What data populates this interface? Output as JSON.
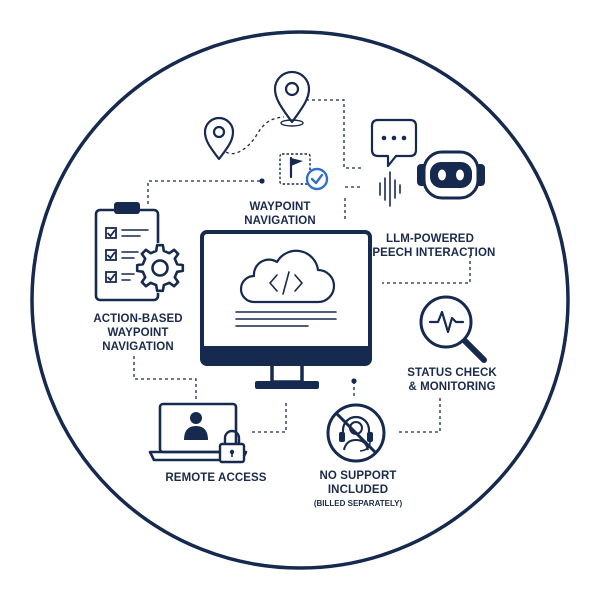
{
  "colors": {
    "primary": "#16294e",
    "accent": "#2f6fd1",
    "background": "#ffffff"
  },
  "features": {
    "waypoint": {
      "line1": "WAYPOINT",
      "line2": "NAVIGATION",
      "icons": [
        "map-pin-icon",
        "flag-check-icon"
      ]
    },
    "llm": {
      "line1": "LLM-POWERED",
      "line2": "SPEECH INTERACTION",
      "icons": [
        "chat-bubble-icon",
        "robot-head-icon",
        "sound-wave-icon"
      ]
    },
    "action": {
      "line1": "ACTION-BASED",
      "line2": "WAYPOINT",
      "line3": "NAVIGATION",
      "icons": [
        "clipboard-checklist-icon",
        "gear-icon"
      ]
    },
    "status": {
      "line1": "STATUS CHECK",
      "line2": "& MONITORING",
      "icons": [
        "magnifier-pulse-icon"
      ]
    },
    "remote": {
      "line1": "REMOTE ACCESS",
      "icons": [
        "laptop-user-icon",
        "lock-icon"
      ]
    },
    "support": {
      "line1": "NO SUPPORT",
      "line2": "INCLUDED",
      "line3": "(BILLED SEPARATELY)",
      "icons": [
        "no-headset-icon"
      ]
    }
  },
  "center": {
    "icons": [
      "monitor-icon",
      "cloud-code-icon"
    ]
  }
}
